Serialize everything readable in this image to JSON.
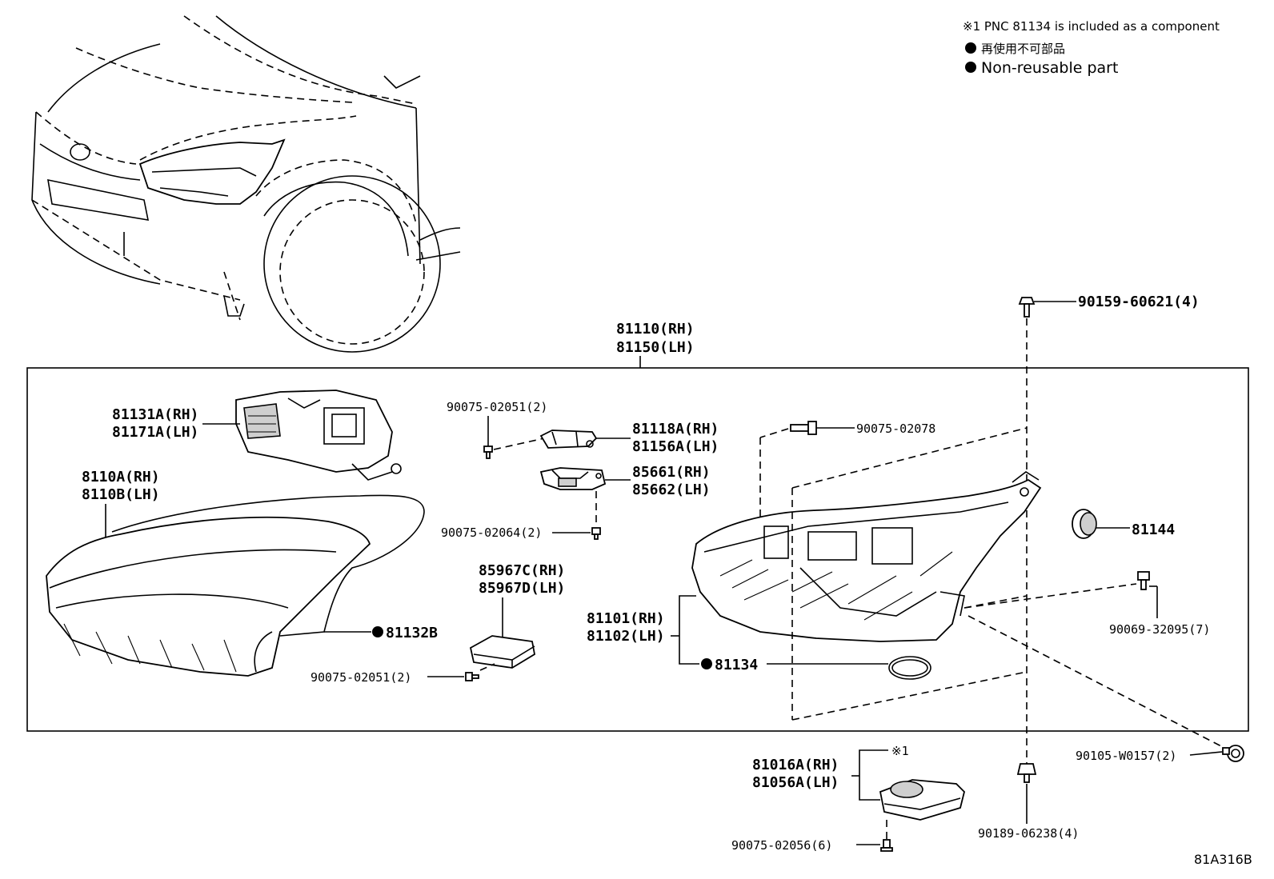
{
  "notes": {
    "line1": "※1 PNC 81134 is included as a component",
    "line2": "再使用不可部品",
    "line3": "Non-reusable part"
  },
  "assembly": {
    "rh": "81110(RH)",
    "lh": "81150(LH)"
  },
  "labels": {
    "p90159": "90159-60621(4)",
    "p81131": {
      "rh": "81131A(RH)",
      "lh": "81171A(LH)"
    },
    "p8110": {
      "rh": "8110A(RH)",
      "lh": "8110B(LH)"
    },
    "p81132": "81132B",
    "p90075_02051_top": "90075-02051(2)",
    "p81118": {
      "rh": "81118A(RH)",
      "lh": "81156A(LH)"
    },
    "p85661": {
      "rh": "85661(RH)",
      "lh": "85662(LH)"
    },
    "p90075_02064": "90075-02064(2)",
    "p85967": {
      "rh": "85967C(RH)",
      "lh": "85967D(LH)"
    },
    "p90075_02051_bot": "90075-02051(2)",
    "p90075_02078": "90075-02078",
    "p81144": "81144",
    "p81101": {
      "rh": "81101(RH)",
      "lh": "81102(LH)"
    },
    "p81134": "81134",
    "p90069": "90069-32095(7)",
    "p90105": "90105-W0157(2)",
    "p81016": {
      "rh": "81016A(RH)",
      "lh": "81056A(LH)"
    },
    "p_ref1": "※1",
    "p90189": "90189-06238(4)",
    "p90075_02056": "90075-02056(6)"
  },
  "figure_code": "81A316B"
}
